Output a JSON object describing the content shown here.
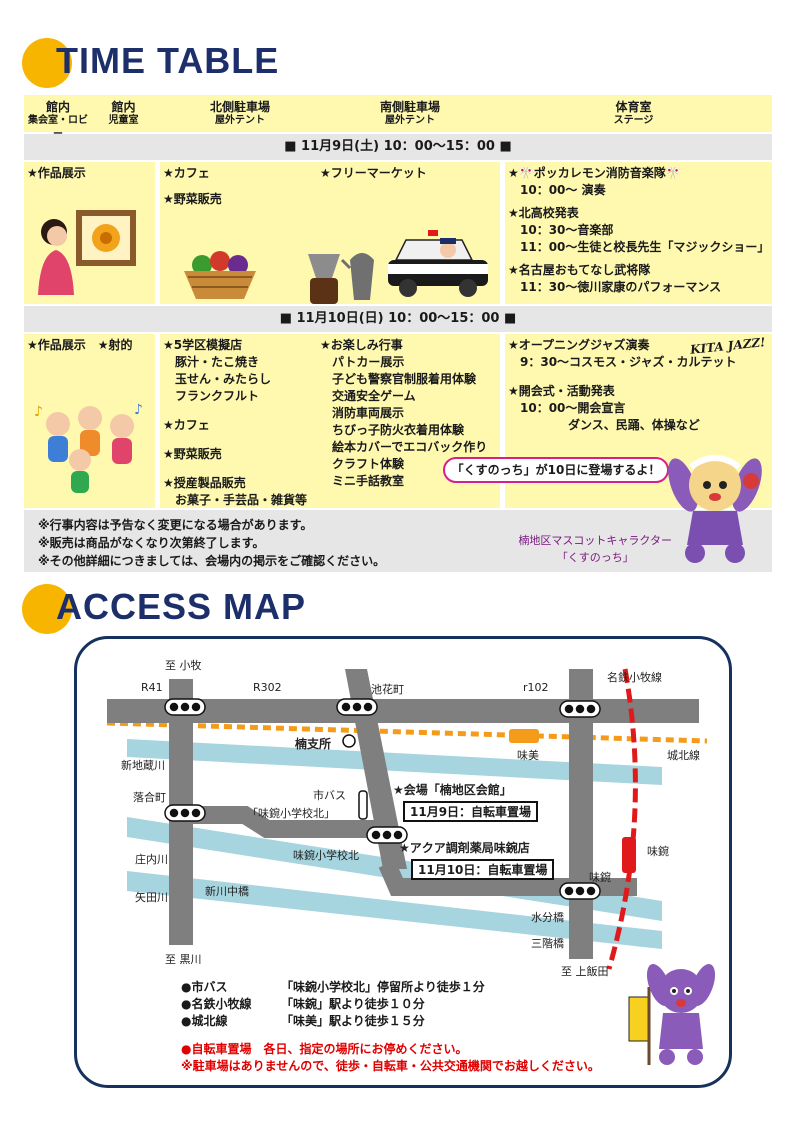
{
  "timetable": {
    "title": "TIME TABLE",
    "headers": [
      {
        "label": "館内",
        "sub": "集会室・ロビー"
      },
      {
        "label": "館内",
        "sub": "児童室"
      },
      {
        "label": "北側駐車場",
        "sub": "屋外テント"
      },
      {
        "label": "南側駐車場",
        "sub": "屋外テント"
      },
      {
        "label": "体育室",
        "sub": "ステージ"
      }
    ],
    "day1": {
      "date": "■ 11月9日(土)  10：00〜15：00 ■",
      "col1": "★作品展示",
      "col2_cafe": "★カフェ",
      "col2_veg": "★野菜販売",
      "col3": "★フリーマーケット",
      "stage": [
        {
          "title": "★🎌ポッカレモン消防音楽隊🎌",
          "lines": [
            "10：00〜 演奏"
          ]
        },
        {
          "title": "★北高校発表",
          "lines": [
            "10：30〜音楽部",
            "11：00〜生徒と校長先生「マジックショー」"
          ]
        },
        {
          "title": "★名古屋おもてなし武将隊",
          "lines": [
            "11：30〜徳川家康のパフォーマンス"
          ]
        }
      ]
    },
    "day2": {
      "date": "■ 11月10日(日)  10：00〜15：00 ■",
      "col1a": "★作品展示",
      "col1b": "★射的",
      "col2": [
        {
          "title": "★5学区模擬店",
          "lines": [
            "豚汁・たこ焼き",
            "玉せん・みたらし",
            "フランクフルト"
          ]
        },
        {
          "title": "★カフェ",
          "lines": []
        },
        {
          "title": "★野菜販売",
          "lines": []
        },
        {
          "title": "★授産製品販売",
          "lines": [
            "お菓子・手芸品・雑貨等"
          ]
        }
      ],
      "col3_title": "★お楽しみ行事",
      "col3_lines": [
        "パトカー展示",
        "子ども警察官制服着用体験",
        "交通安全ゲーム",
        "消防車両展示",
        "ちびっ子防火衣着用体験",
        "絵本カバーでエコバック作り",
        "クラフト体験",
        "ミニ手話教室"
      ],
      "stage": [
        {
          "title": "★オープニングジャズ演奏",
          "lines": [
            "9：30〜コスモス・ジャズ・カルテット"
          ]
        },
        {
          "title": "★開会式・活動発表",
          "lines": [
            "10：00〜開会宣言",
            "ダンス、民踊、体操など"
          ]
        }
      ],
      "jazz_logo": "KITA JAZZ!"
    },
    "bubble": "「くすのっち」が10日に登場するよ！",
    "notes": [
      "※行事内容は予告なく変更になる場合があります。",
      "※販売は商品がなくなり次第終了します。",
      "※その他詳細につきましては、会場内の掲示をご確認ください。"
    ],
    "mascot_caption": [
      "楠地区マスコットキャラクター",
      "「くすのっち」"
    ]
  },
  "access": {
    "title": "ACCESS MAP",
    "labels": {
      "komaki": "至 小牧",
      "r41": "R41",
      "r302": "R302",
      "ikehanacho": "池花町",
      "r102": "r102",
      "meitetsu": "名鉄小牧線",
      "kusunoki_branch": "楠支所",
      "ajiyoshi": "味美",
      "johoku": "城北線",
      "shinjizo": "新地蔵川",
      "ochiaicho": "落合町",
      "citybus": "市バス",
      "busstop": "「味鋺小学校北」",
      "ajima_north": "味鋺小学校北",
      "shonaigawa": "庄内川",
      "yadagawa": "矢田川",
      "shinkawa": "新川中橋",
      "ajima": "味鋺",
      "mizubun": "水分橋",
      "sangai": "三階橋",
      "kurokawa": "至 黒川",
      "kamiiida": "至 上飯田",
      "venue": "★会場「楠地区会館」",
      "venue_sub": "11月9日：自転車置場",
      "aqua": "★アクア調剤薬局味鋺店",
      "aqua_sub": "11月10日：自転車置場"
    },
    "routes": [
      {
        "k": "●市バス",
        "v": "「味鋺小学校北」停留所より徒歩１分"
      },
      {
        "k": "●名鉄小牧線",
        "v": "「味鋺」駅より徒歩１０分"
      },
      {
        "k": "●城北線",
        "v": "「味美」駅より徒歩１５分"
      }
    ],
    "red_notes": [
      "●自転車置場　各日、指定の場所にお停めください。",
      "※駐車場はありませんので、徒歩・自転車・公共交通機関でお越しください。"
    ]
  },
  "colors": {
    "accent": "#f7b500",
    "title": "#1c2f6b",
    "cell": "#fff9b0",
    "river": "#a6d5df",
    "road": "#7f7f7f"
  }
}
